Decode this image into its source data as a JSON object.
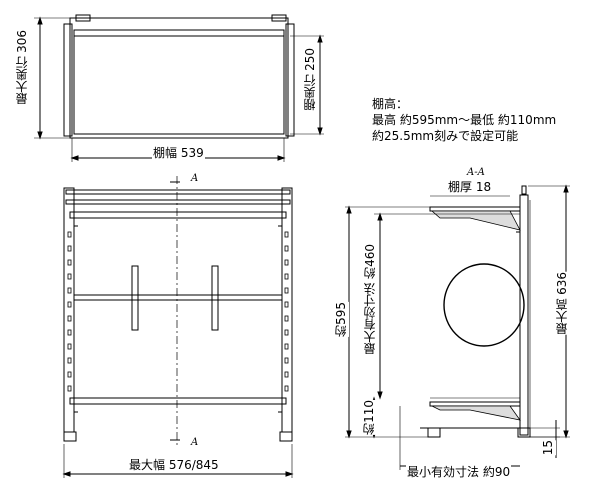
{
  "top_view": {
    "max_depth": "最大奥行 306",
    "shelf_depth": "棚奥行 250",
    "shelf_width": "棚幅 539"
  },
  "notes": {
    "title": "棚高：",
    "line1": "最高 約595mm～最低 約110mm",
    "line2": "約25.5mm刻みで設定可能"
  },
  "front_view": {
    "section_mark": "A",
    "max_width": "最大幅 576/845"
  },
  "side_view": {
    "section_title": "A-A",
    "shelf_thickness": "棚厚 18",
    "total_height_label": "約595",
    "max_effective_height": "最大有効寸法 約460",
    "max_height": "最大高 636",
    "low_height": "約110",
    "min_effective_height": "最小有効寸法 約90",
    "foot_height": "15"
  }
}
